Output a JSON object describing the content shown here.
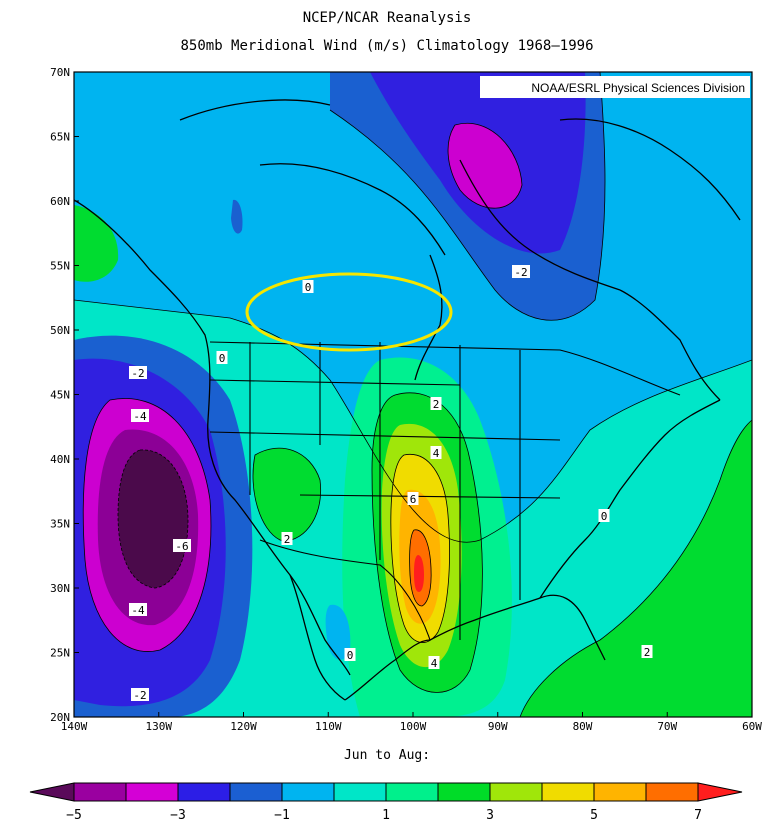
{
  "title": {
    "line1": "NCEP/NCAR Reanalysis",
    "line2": "850mb Meridional Wind (m/s) Climatology 1968–1996"
  },
  "credit": "NOAA/ESRL Physical Sciences Division",
  "period": "Jun to Aug:",
  "lat_ticks": [
    "70N",
    "65N",
    "60N",
    "55N",
    "50N",
    "45N",
    "40N",
    "35N",
    "30N",
    "25N",
    "20N"
  ],
  "lon_ticks": [
    "140W",
    "130W",
    "120W",
    "110W",
    "100W",
    "90W",
    "80W",
    "70W",
    "60W"
  ],
  "contour_labels": [
    "0",
    "-2",
    "0",
    "-2",
    "-4",
    "-6",
    "-4",
    "-2",
    "2",
    "4",
    "6",
    "2",
    "0",
    "0",
    "2",
    "4"
  ],
  "colorbar": {
    "labels": [
      "−5",
      "−3",
      "−1",
      "1",
      "3",
      "5",
      "7"
    ],
    "colors": [
      "#5a0a5a",
      "#9a00a0",
      "#d400d6",
      "#2c1ee6",
      "#1b5fd2",
      "#00b4f0",
      "#00e6c8",
      "#00f08c",
      "#00dc28",
      "#a0e60a",
      "#f0dc00",
      "#ffb400",
      "#ff6e00",
      "#ff1e1e"
    ]
  },
  "field_colors": {
    "neg6": "#4b0a4b",
    "neg5": "#8c0096",
    "neg4": "#cc00d0",
    "neg3": "#3020e0",
    "neg2": "#1a60d0",
    "neg1": "#00b4f0",
    "zero": "#00e6c8",
    "pos1": "#00f090",
    "pos2": "#00dc30",
    "pos3": "#a0e60a",
    "pos4": "#f0dc00",
    "pos5": "#ffb400",
    "pos6": "#ff6e00",
    "pos7": "#ff1e1e",
    "highlight": "#f5e600"
  }
}
